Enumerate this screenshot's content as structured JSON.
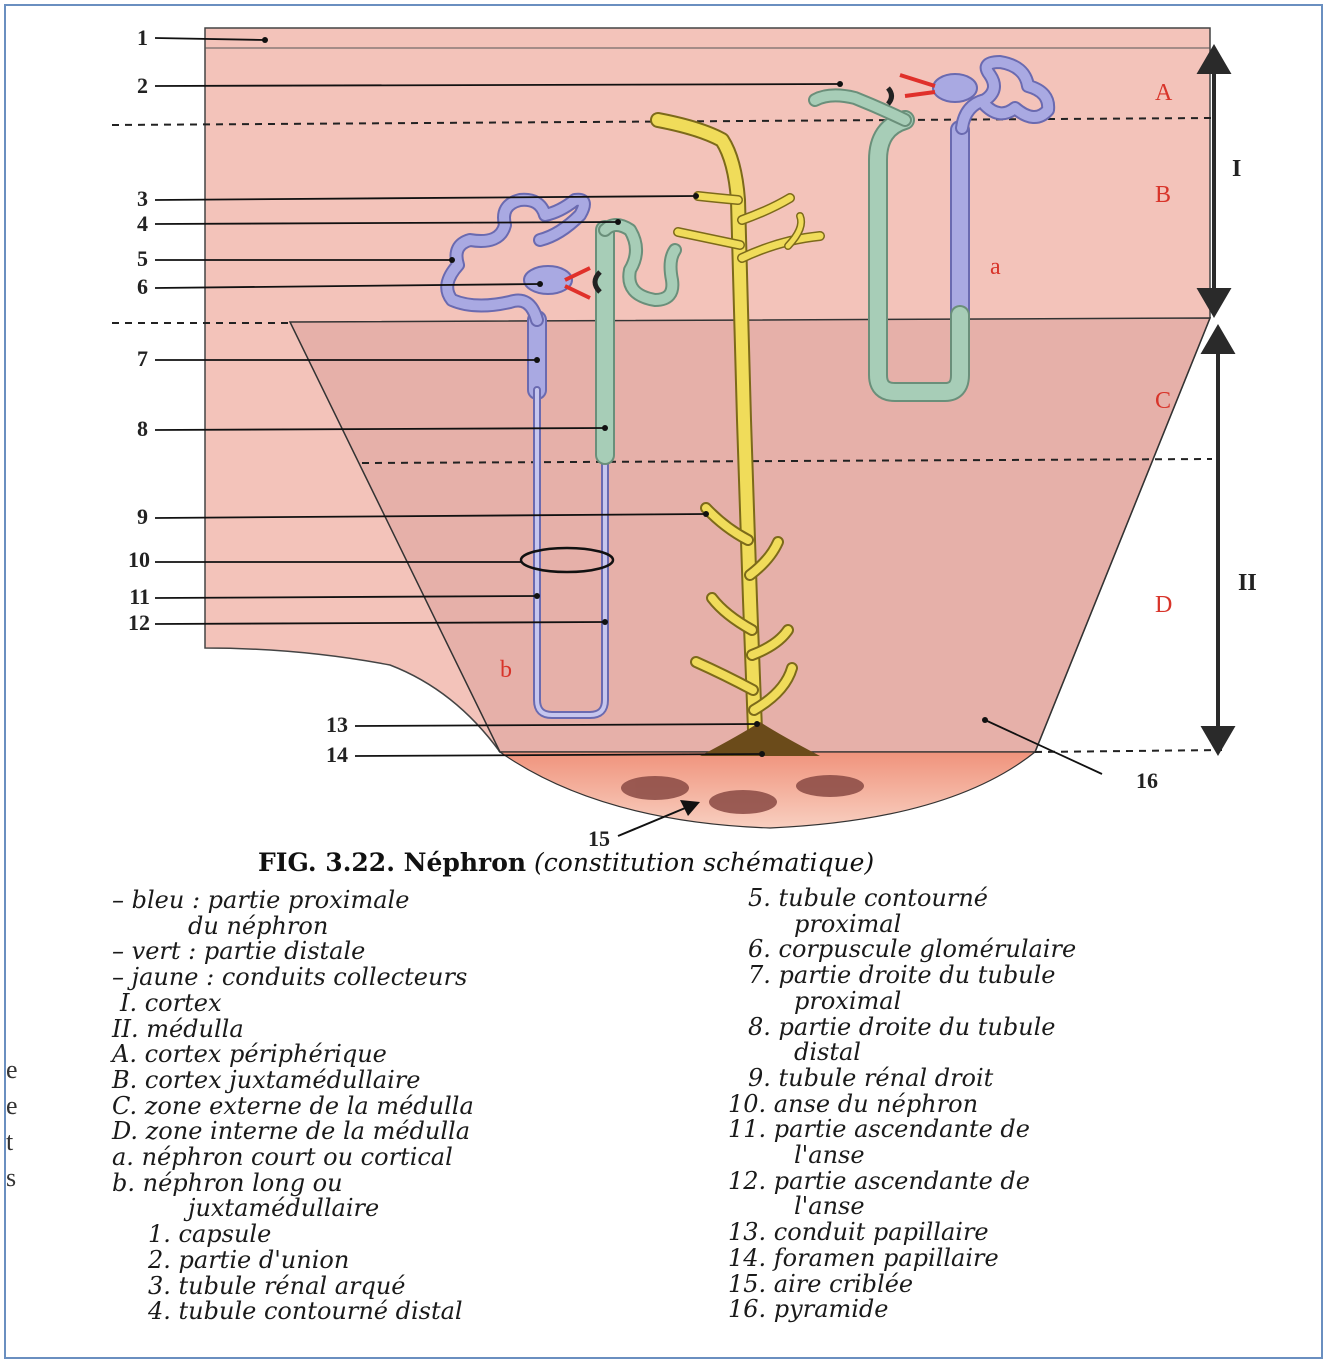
{
  "labels": {
    "left_numbers": [
      "1",
      "2",
      "3",
      "4",
      "5",
      "6",
      "7",
      "8",
      "9",
      "10",
      "11",
      "12",
      "13",
      "14"
    ],
    "n15": "15",
    "n16": "16",
    "zones": [
      "A",
      "B",
      "C",
      "D"
    ],
    "roman": [
      "I",
      "II"
    ],
    "nephron_a": "a",
    "nephron_b": "b"
  },
  "caption": {
    "fig": "FIG. 3.22. Néphron",
    "sub": "(constitution schématique)"
  },
  "legend_left": [
    "– bleu : partie proximale",
    "du néphron",
    "– vert : partie distale",
    "– jaune : conduits collecteurs",
    "I. cortex",
    "II. médulla",
    "A. cortex périphérique",
    "B. cortex juxtamédullaire",
    "C. zone externe de la médulla",
    "D. zone interne de la médulla",
    "a. néphron court ou cortical",
    "b. néphron long ou",
    "juxtamédullaire",
    "1. capsule",
    "2. partie d'union",
    "3. tubule rénal arqué",
    "4. tubule contourné distal"
  ],
  "legend_right": [
    "5. tubule contourné",
    "proximal",
    "6. corpuscule glomérulaire",
    "7. partie droite du tubule",
    "proximal",
    "8. partie droite du tubule",
    "distal",
    "9. tubule rénal droit",
    "10. anse du néphron",
    "11. partie ascendante de",
    "l'anse",
    "12. partie ascendante de",
    "l'anse",
    "13. conduit papillaire",
    "14. foramen papillaire",
    "15. aire criblée",
    "16. pyramide"
  ],
  "margin_chars": [
    "e",
    "e",
    "t",
    "s"
  ],
  "colors": {
    "cortex": "#f3c6bd",
    "medulla": "#e7b4ad",
    "papilla": "#f2a48f",
    "proximal_blue": "#a9a9e2",
    "distal_green": "#a7cdb7",
    "collecting_yellow": "#f0dc5a",
    "zone_label_red": "#d8342a"
  }
}
